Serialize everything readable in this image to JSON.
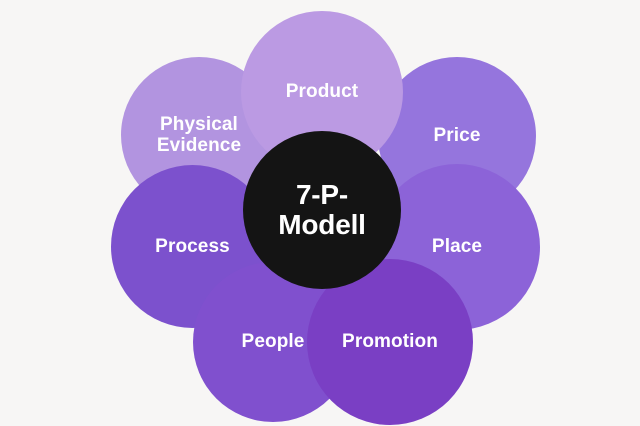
{
  "background_color": "#f7f6f5",
  "center": {
    "label": "7-P-\nModell",
    "line1": "7-P-",
    "line2": "Modell",
    "color": "#141414",
    "text_color": "#ffffff"
  },
  "petals": [
    {
      "id": "product",
      "label": "Product",
      "color": "#bb9ae3",
      "text_color": "#ffffff"
    },
    {
      "id": "price",
      "label": "Price",
      "color": "#9575dd",
      "text_color": "#ffffff"
    },
    {
      "id": "place",
      "label": "Place",
      "color": "#8c63d8",
      "text_color": "#ffffff"
    },
    {
      "id": "promotion",
      "label": "Promotion",
      "color": "#7a3fc4",
      "text_color": "#ffffff"
    },
    {
      "id": "people",
      "label": "People",
      "color": "#8050ce",
      "text_color": "#ffffff"
    },
    {
      "id": "process",
      "label": "Process",
      "color": "#7c51cd",
      "text_color": "#ffffff"
    },
    {
      "id": "physical",
      "label": "Physical\nEvidence",
      "color": "#b294e0",
      "text_color": "#ffffff",
      "line1": "Physical",
      "line2": "Evidence"
    }
  ]
}
